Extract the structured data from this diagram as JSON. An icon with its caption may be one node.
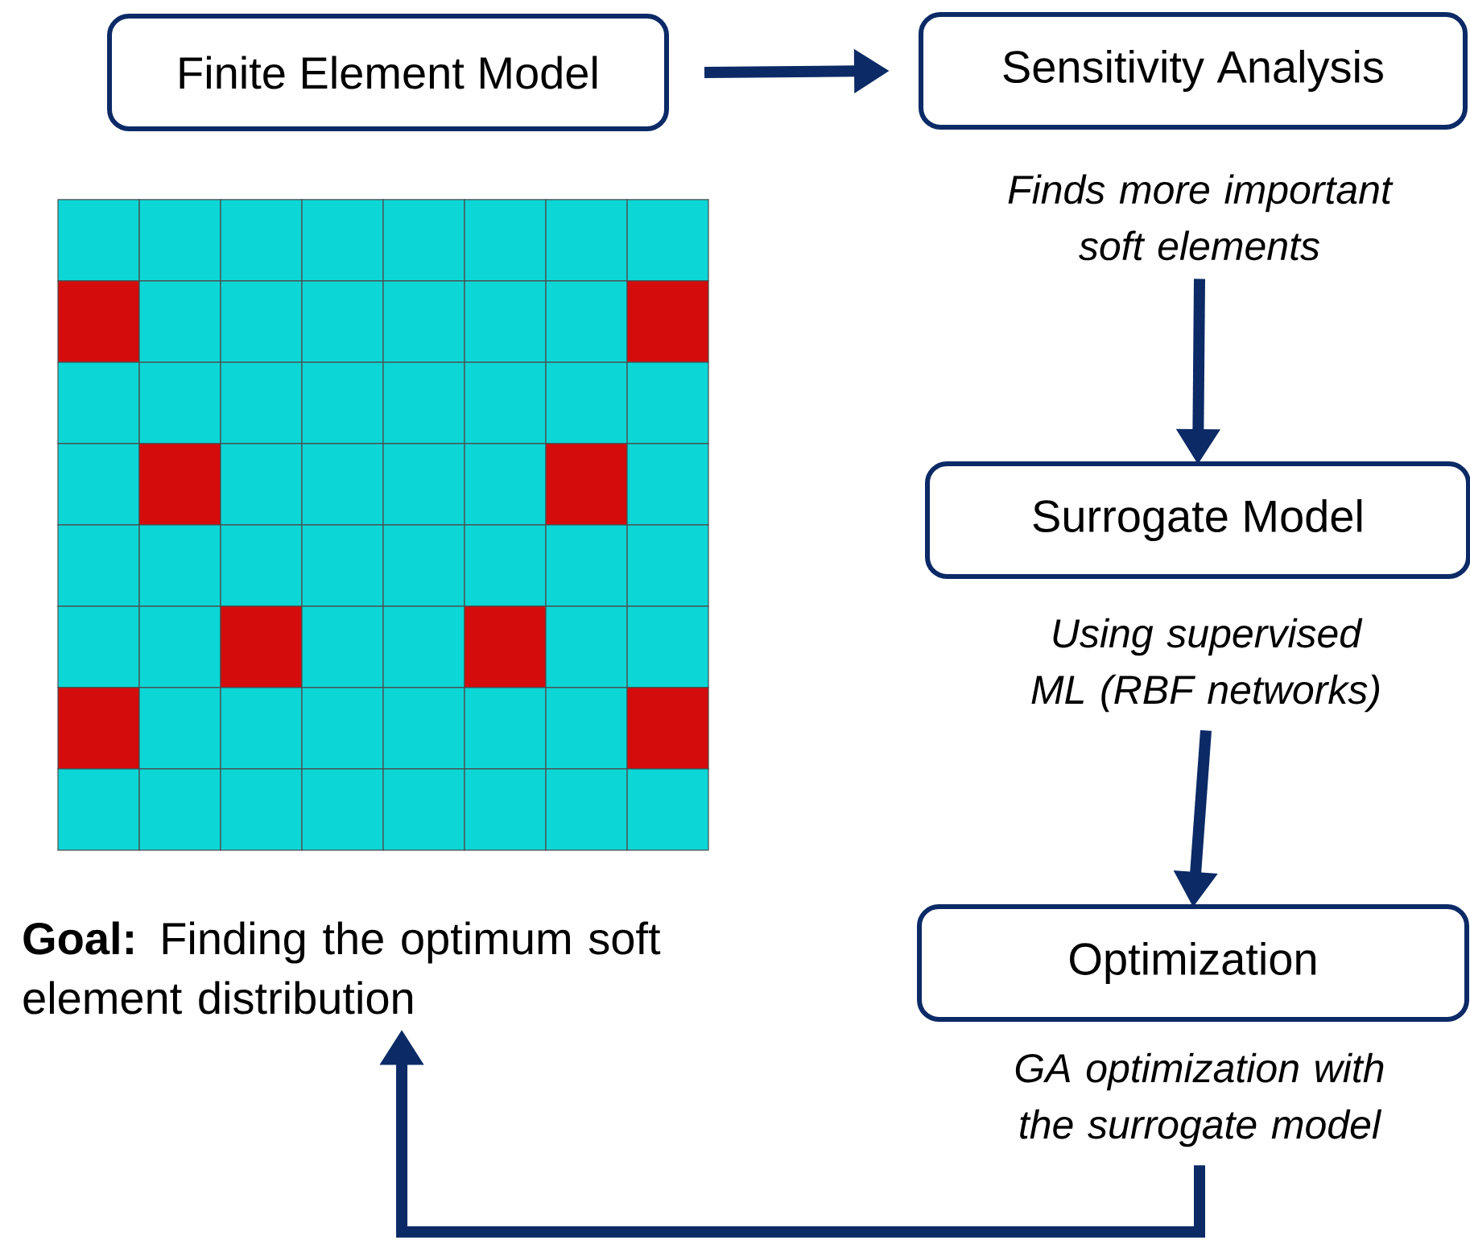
{
  "diagram": {
    "nodes": [
      {
        "text": [
          "Finite Element Model"
        ]
      },
      {
        "text": [
          "Sensitivity Analysis"
        ],
        "beside": [
          "Finds more important soft elements"
        ]
      },
      {
        "text": [
          "Surrogate Model"
        ],
        "beside": [
          "Using supervised ML (RBF networks)"
        ]
      },
      {
        "text": [
          "Optimization"
        ],
        "beside": [
          "GA optimization with the surrogate model"
        ]
      },
      {
        "text": [
          "**Goal:** Finding the optimum soft element distribution"
        ]
      }
    ],
    "edges": [
      {
        "from": 0,
        "to": 1,
        "arrow": "to"
      },
      {
        "from": 1,
        "to": 2,
        "arrow": "to"
      },
      {
        "from": 2,
        "to": 3,
        "arrow": "to"
      },
      {
        "from": 3,
        "to": 4,
        "arrow": "to"
      }
    ]
  }
}
